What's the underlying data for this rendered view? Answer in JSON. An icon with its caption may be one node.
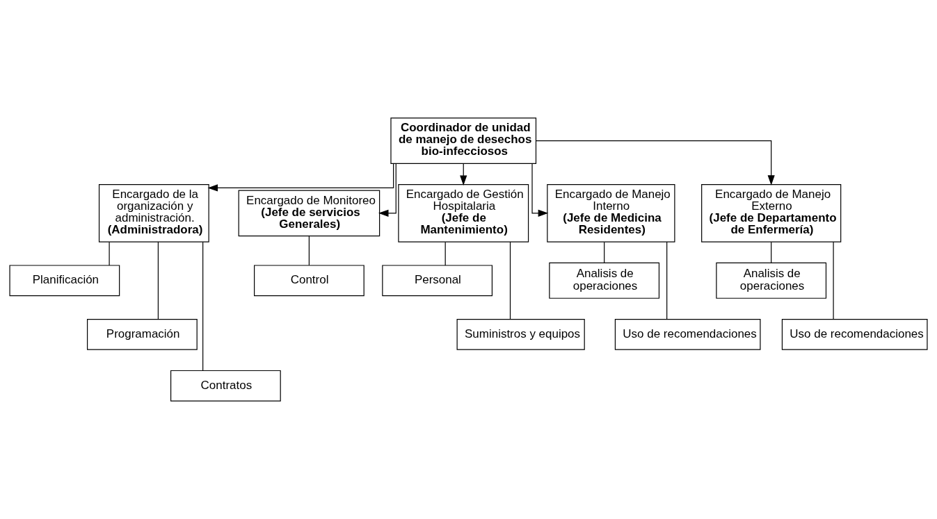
{
  "diagram": {
    "nodes": [
      {
        "text": [
          "Coordinador de unidad de manejo de desechos bio-infecciosos"
        ]
      },
      {
        "text": [
          "Encargado de la organización y administración.",
          "(Administradora)"
        ]
      },
      {
        "text": [
          "Encargado de Monitoreo",
          "(Jefe de servicios Generales)"
        ]
      },
      {
        "text": [
          "Encargado de Gestión Hospitalaria",
          "(Jefe de Mantenimiento)"
        ]
      },
      {
        "text": [
          "Encargado de Manejo Interno",
          "(Jefe de Medicina Residentes)"
        ]
      },
      {
        "text": [
          "Encargado de Manejo Externo",
          "(Jefe de Departamento de Enfermería)"
        ]
      },
      {
        "text": [
          "Planificación"
        ]
      },
      {
        "text": [
          "Programación"
        ]
      },
      {
        "text": [
          "Contratos"
        ]
      },
      {
        "text": [
          "Control"
        ]
      },
      {
        "text": [
          "Personal"
        ]
      },
      {
        "text": [
          "Suministros y equipos"
        ]
      },
      {
        "text": [
          "Analisis de operaciones"
        ]
      },
      {
        "text": [
          "Uso de recomendaciones"
        ]
      },
      {
        "text": [
          "Analisis de operaciones"
        ]
      },
      {
        "text": [
          "Uso de recomendaciones"
        ]
      }
    ],
    "edges": [
      {
        "from": 0,
        "to": 1,
        "arrow": "to"
      },
      {
        "from": 0,
        "to": 2,
        "arrow": "to"
      },
      {
        "from": 0,
        "to": 3,
        "arrow": "to"
      },
      {
        "from": 0,
        "to": 4,
        "arrow": "to"
      },
      {
        "from": 0,
        "to": 5,
        "arrow": "to"
      },
      {
        "from": 1,
        "to": 6,
        "arrow": "none"
      },
      {
        "from": 1,
        "to": 7,
        "arrow": "none"
      },
      {
        "from": 1,
        "to": 8,
        "arrow": "none"
      },
      {
        "from": 2,
        "to": 9,
        "arrow": "none"
      },
      {
        "from": 3,
        "to": 10,
        "arrow": "none"
      },
      {
        "from": 3,
        "to": 11,
        "arrow": "none"
      },
      {
        "from": 4,
        "to": 12,
        "arrow": "none"
      },
      {
        "from": 4,
        "to": 13,
        "arrow": "none"
      },
      {
        "from": 5,
        "to": 14,
        "arrow": "none"
      },
      {
        "from": 5,
        "to": 15,
        "arrow": "none"
      }
    ]
  }
}
